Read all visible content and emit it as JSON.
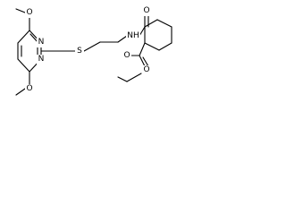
{
  "atom_labels": {
    "o_methoxy_top": "O",
    "o_methoxy_bottom": "O",
    "n_upper": "N",
    "n_lower": "N",
    "s_thioether": "S",
    "o_amide": "O",
    "n_amide": "NH",
    "o_ester_carbonyl": "O",
    "o_ester_alkoxy": "O"
  }
}
